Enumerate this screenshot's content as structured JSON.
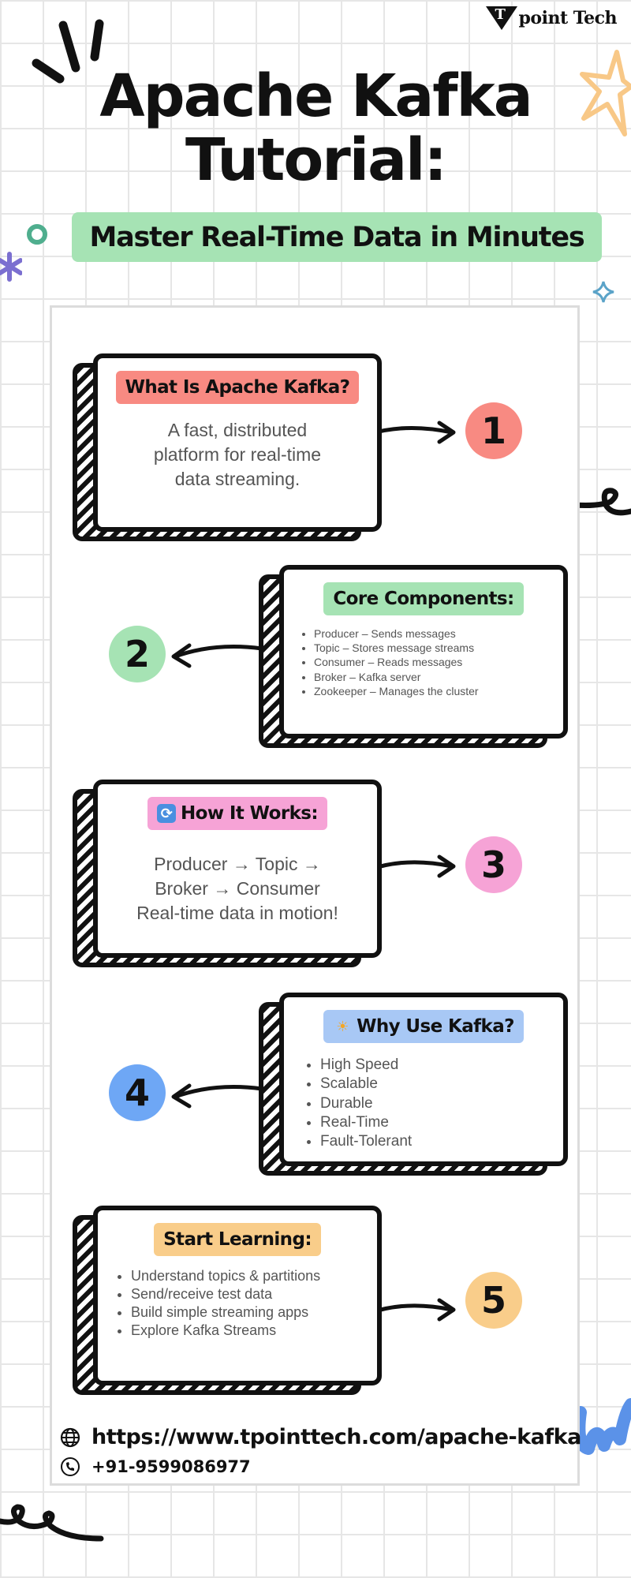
{
  "brand": {
    "mark": "T",
    "name": "point Tech"
  },
  "header": {
    "title_line1": "Apache Kafka",
    "title_line2": "Tutorial:",
    "subtitle": "Master Real-Time Data in Minutes"
  },
  "colors": {
    "green": "#a6e3b4",
    "coral": "#f88a82",
    "pink": "#f6a3d6",
    "blue": "#6ea7f5",
    "orange": "#f9cd8a",
    "light_blue": "#a8c8f5"
  },
  "steps": [
    {
      "number": "1",
      "heading": "What Is Apache Kafka?",
      "text": "A fast, distributed platform for real-time data streaming."
    },
    {
      "number": "2",
      "heading": "Core Components:",
      "items": [
        "Producer – Sends messages",
        "Topic – Stores message streams",
        "Consumer – Reads messages",
        " Broker – Kafka server",
        "Zookeeper – Manages the cluster"
      ]
    },
    {
      "number": "3",
      "heading": "How It Works:",
      "lines": [
        "Producer → Topic →",
        "Broker → Consumer",
        "Real-time data in motion!"
      ]
    },
    {
      "number": "4",
      "heading": "Why Use Kafka?",
      "items": [
        "High Speed",
        "Scalable",
        "Durable",
        "Real-Time",
        "Fault-Tolerant"
      ]
    },
    {
      "number": "5",
      "heading": "Start Learning:",
      "items": [
        "Understand topics & partitions",
        "Send/receive test data",
        "Build simple streaming apps",
        "Explore Kafka Streams"
      ]
    }
  ],
  "footer": {
    "url": "https://www.tpointtech.com/apache-kafka",
    "phone": "+91-9599086977"
  },
  "icons": {
    "web": "globe-icon",
    "phone": "phone-icon",
    "works": "refresh-icon",
    "why": "sun-icon"
  }
}
